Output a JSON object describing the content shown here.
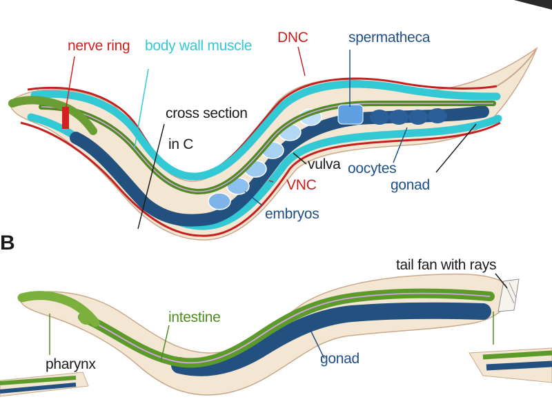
{
  "panel_b": {
    "letter": "B"
  },
  "colors": {
    "nerve_ring": "#d42020",
    "body_wall_muscle": "#32c8d4",
    "dnc": "#c42020",
    "vnc": "#c42020",
    "spermatheca": "#1f4f86",
    "label_dark": "#1a1a1a",
    "intestine_green": "#4f8a22",
    "gonad_blue": "#22507f",
    "cuticle": "#f0e4d2"
  },
  "hermaphrodite_labels": {
    "nerve_ring": "nerve ring",
    "body_wall_muscle": "body wall muscle",
    "dnc": "DNC",
    "spermatheca": "spermatheca",
    "cross_section": "cross section",
    "cross_section_ref": "in C",
    "vulva": "vulva",
    "oocytes": "oocytes",
    "gonad": "gonad",
    "vnc": "VNC",
    "embryos": "embryos"
  },
  "male_labels": {
    "tail_fan": "tail fan with rays",
    "intestine": "intestine",
    "gonad": "gonad",
    "pharynx": "pharynx"
  }
}
